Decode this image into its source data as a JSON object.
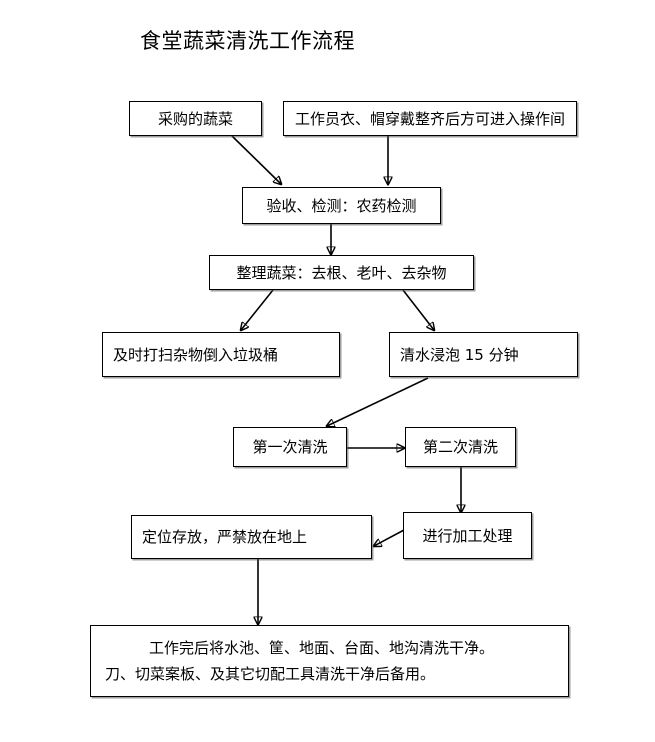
{
  "page": {
    "title": "食堂蔬菜清洗工作流程",
    "background_color": "#ffffff",
    "line_color": "#000000"
  },
  "nodes": [
    {
      "id": "purchased-vegetables",
      "label": "采购的蔬菜"
    },
    {
      "id": "staff-dress-code",
      "label": "工作员衣、帽穿戴整齐后方可进入操作间"
    },
    {
      "id": "acceptance-inspection",
      "label": "验收、检测：农药检测"
    },
    {
      "id": "sort-vegetables",
      "label": "整理蔬菜：去根、老叶、去杂物"
    },
    {
      "id": "dispose-waste",
      "label": "及时打扫杂物倒入垃圾桶"
    },
    {
      "id": "soak-clean-water",
      "label": "清水浸泡 15 分钟"
    },
    {
      "id": "first-wash",
      "label": "第一次清洗"
    },
    {
      "id": "second-wash",
      "label": "第二次清洗"
    },
    {
      "id": "fixed-storage",
      "label": "定位存放，严禁放在地上"
    },
    {
      "id": "processing",
      "label": "进行加工处理"
    },
    {
      "id": "final-cleanup",
      "label_line1": "工作完后将水池、筐、地面、台面、地沟清洗干净。",
      "label_line2": "刀、切菜案板、及其它切配工具清洗干净后备用。"
    }
  ]
}
